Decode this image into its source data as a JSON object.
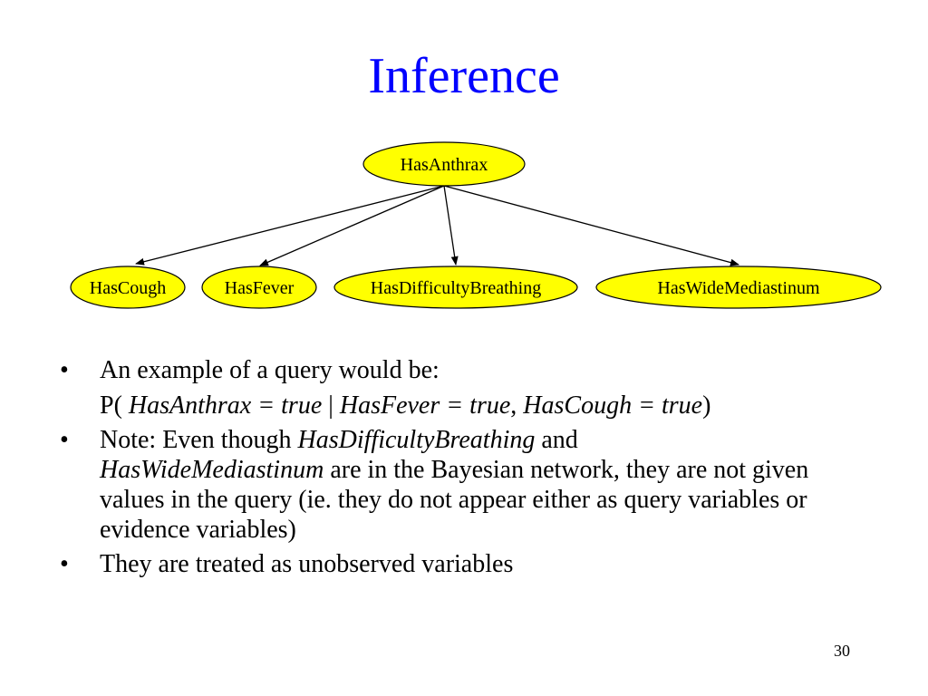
{
  "slide": {
    "title": "Inference",
    "page_number": "30"
  },
  "colors": {
    "title": "#0000ff",
    "node_fill": "#ffff00",
    "node_stroke": "#000000"
  },
  "diagram": {
    "root": "HasAnthrax",
    "children": [
      "HasCough",
      "HasFever",
      "HasDifficultyBreathing",
      "HasWideMediastinum"
    ]
  },
  "bullets": {
    "bullet_glyph": "•",
    "b1": {
      "text": "An example of a query would be:"
    },
    "query": {
      "p_open": "P(",
      "q1": "HasAnthrax",
      "eq1": " = ",
      "v1": "true",
      "bar": " | ",
      "e1": "HasFever",
      "eq2": " = ",
      "v2": "true",
      "comma": ", ",
      "e2": "HasCough",
      "eq3": " = ",
      "v3": "true",
      "p_close": ")"
    },
    "b2": {
      "prefix": "Note:  Even though ",
      "var1": "HasDifficultyBreathing",
      "and": " and",
      "var2": "HasWideMediastinum",
      "rest": " are in the Bayesian network, they are not given values in the query (ie. they do not appear either as query variables or evidence variables)"
    },
    "b3": {
      "text": "They are treated as unobserved variables"
    }
  }
}
